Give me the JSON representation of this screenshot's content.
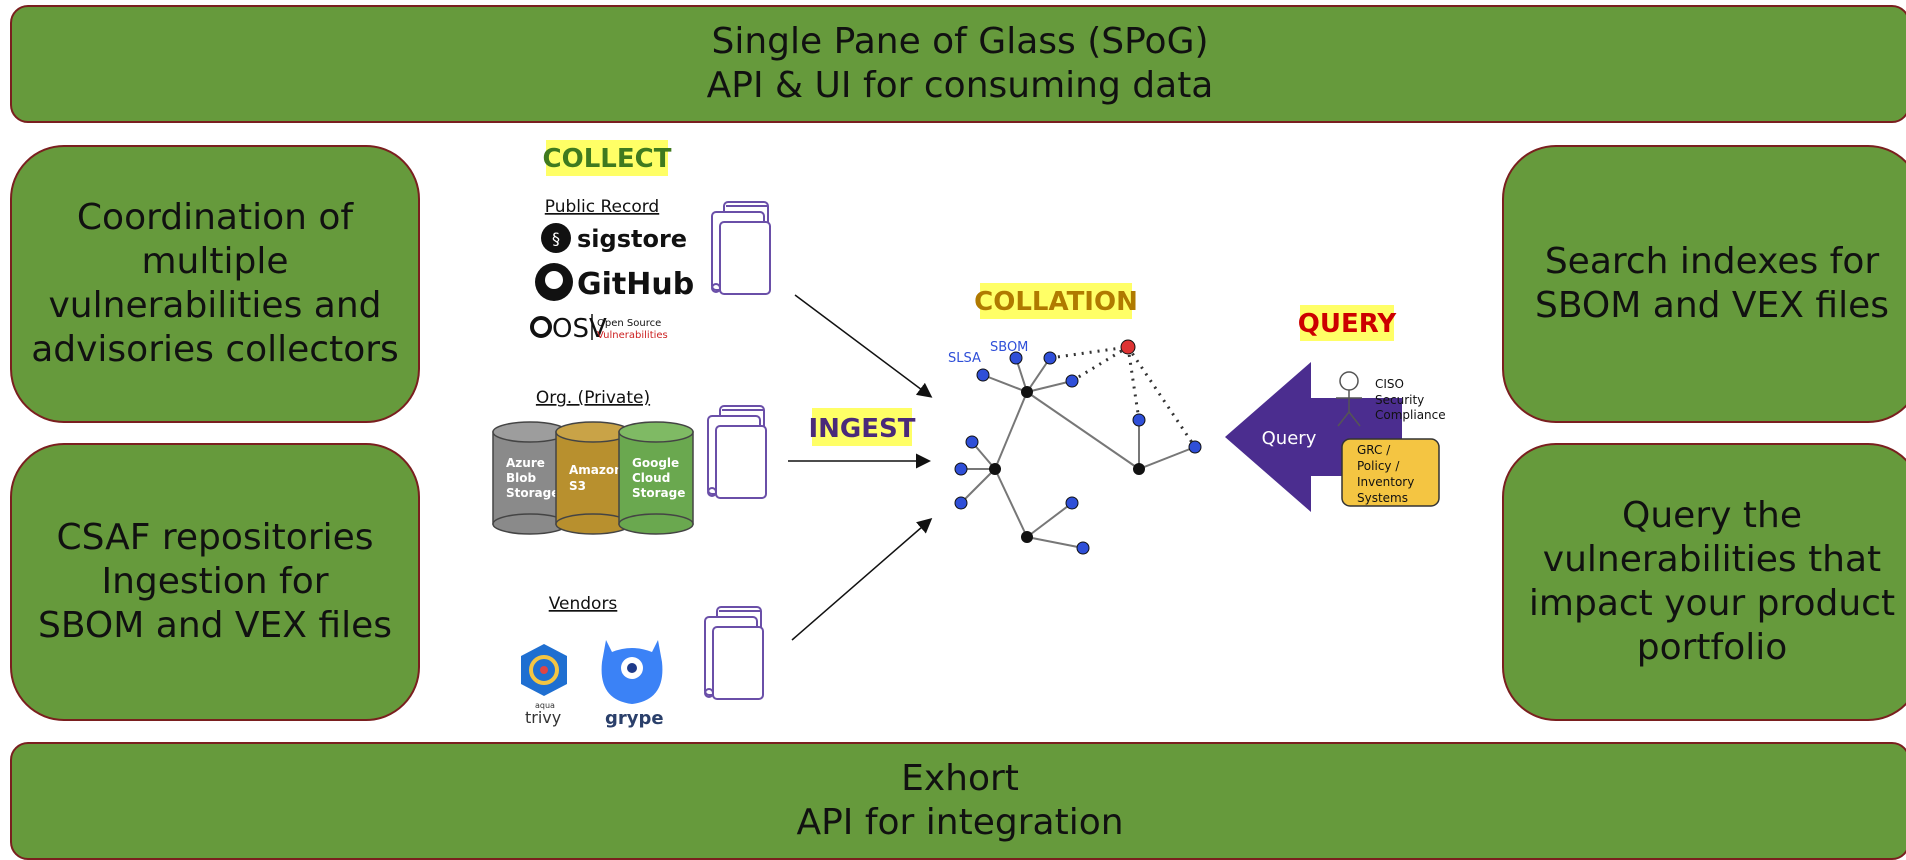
{
  "top_bar": {
    "line1": "Single Pane of Glass (SPoG)",
    "line2": "API & UI for consuming data"
  },
  "bottom_bar": {
    "line1": "Exhort",
    "line2": "API for integration"
  },
  "left_boxes": [
    {
      "lines": [
        "Coordination of",
        "multiple",
        "vulnerabilities and",
        "advisories collectors"
      ]
    },
    {
      "lines": [
        "CSAF repositories",
        "Ingestion for",
        "SBOM and VEX files"
      ]
    }
  ],
  "right_boxes": [
    {
      "lines": [
        "Search indexes for",
        "SBOM and VEX files"
      ]
    },
    {
      "lines": [
        "Query the",
        "vulnerabilities that",
        "impact your product",
        "portfolio"
      ]
    }
  ],
  "diagram": {
    "collect_label": "COLLECT",
    "ingest_label": "INGEST",
    "collation_label": "COLLATION",
    "query_label": "QUERY",
    "public_record": {
      "heading": "Public Record",
      "sources": [
        "sigstore",
        "GitHub",
        "OSV"
      ],
      "osv_line1": "Open Source",
      "osv_line2": "Vulnerabilities"
    },
    "org_private": {
      "heading": "Org. (Private)",
      "storage": [
        {
          "lines": [
            "Azure",
            "Blob",
            "Storage"
          ],
          "color": "#8a8a8a"
        },
        {
          "lines": [
            "Amazon",
            "S3"
          ],
          "color": "#b8902e"
        },
        {
          "lines": [
            "Google",
            "Cloud",
            "Storage"
          ],
          "color": "#6aa84f"
        }
      ]
    },
    "vendors": {
      "heading": "Vendors",
      "tools": [
        "trivy",
        "grype"
      ],
      "trivy_small": "aqua"
    },
    "graph_labels": {
      "slsa": "SLSA",
      "sbom": "SBOM"
    },
    "query_arrow_label": "Query",
    "persona_lines": [
      "CISO",
      "Security",
      "Compliance"
    ],
    "systems_lines": [
      "GRC /",
      "Policy /",
      "Inventory",
      "Systems"
    ],
    "colors": {
      "highlight": "#ffff66",
      "green_text": "#3f7a1f",
      "purple_text": "#4a2a7a",
      "collation_text": "#b07a00",
      "query_text": "#cc0000",
      "query_arrow": "#4b2d8f",
      "node_blue": "#2f4fd8",
      "node_red": "#dd3333",
      "systems_box": "#f4c542"
    }
  }
}
